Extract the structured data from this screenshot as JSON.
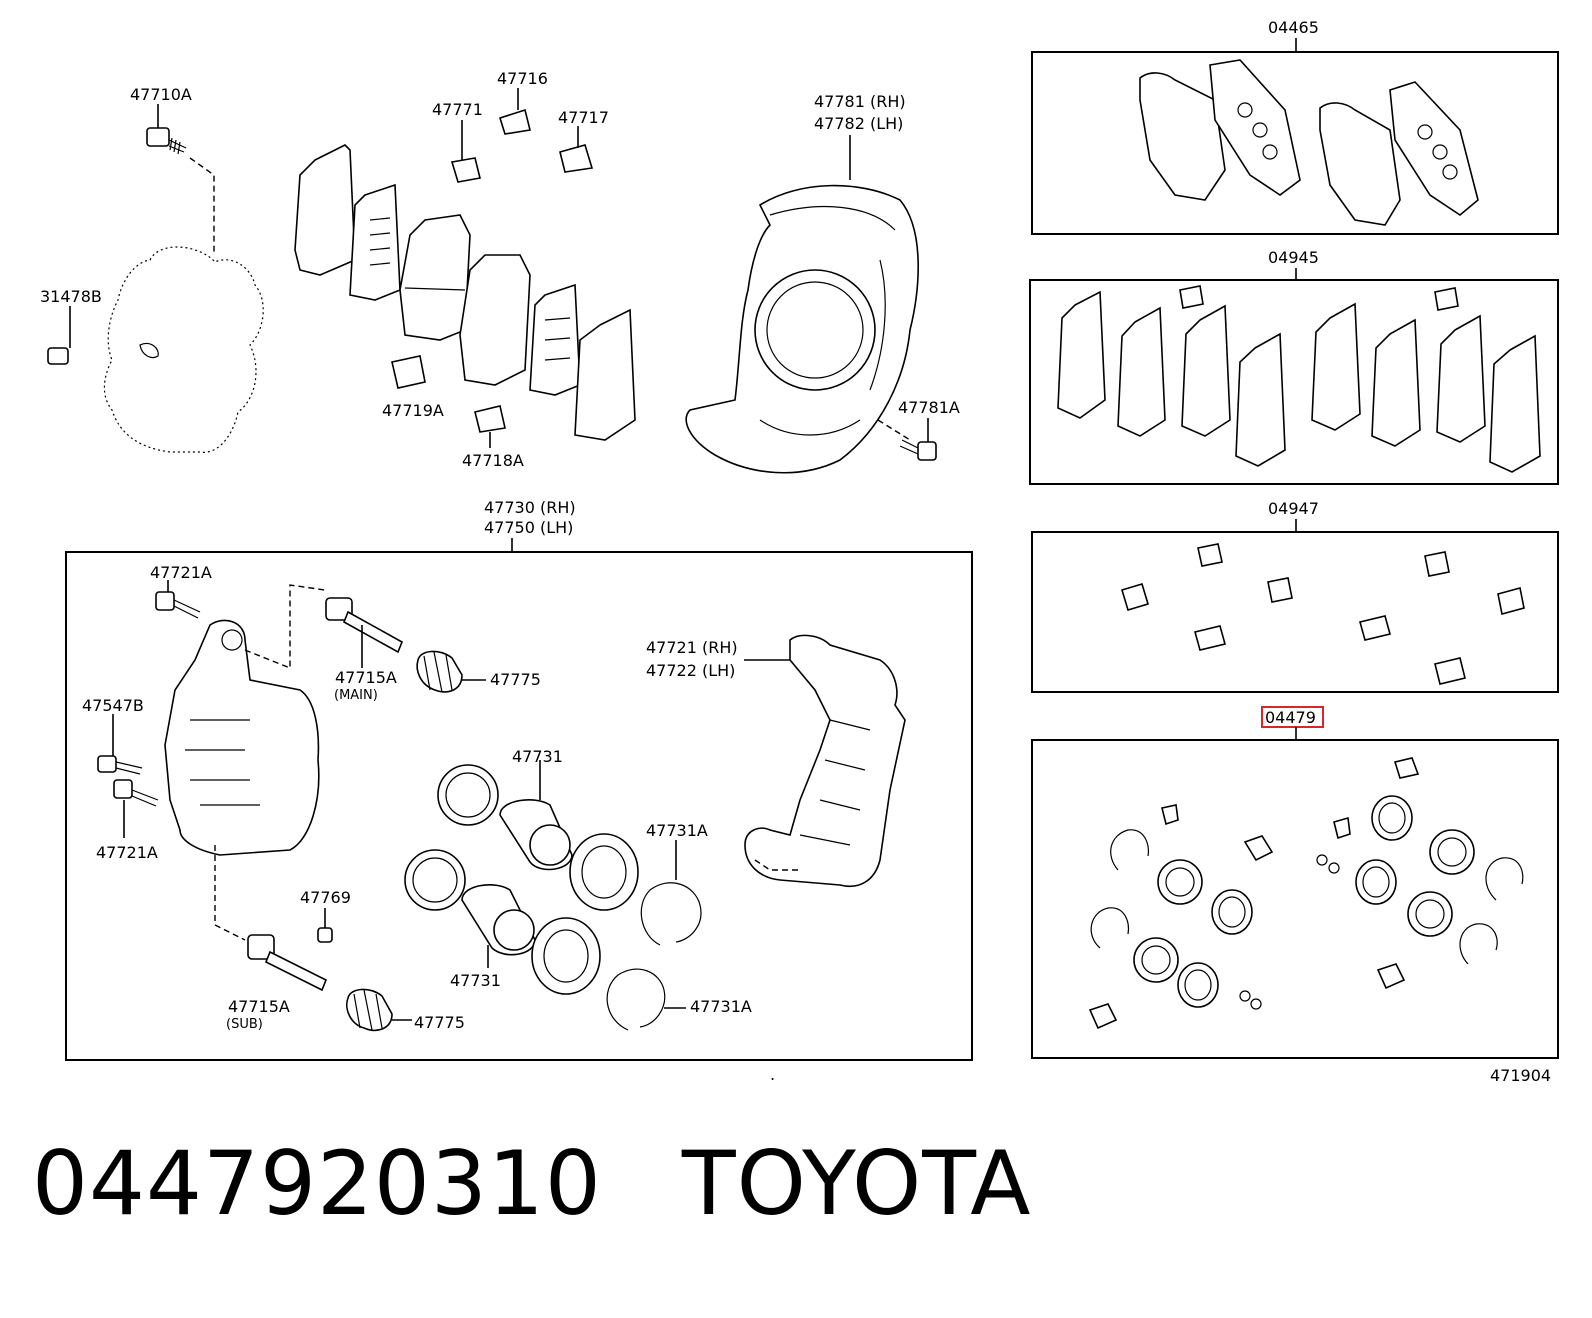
{
  "labels": {
    "p47710A": "47710A",
    "p31478B": "31478B",
    "p47771": "47771",
    "p47716": "47716",
    "p47717": "47717",
    "p47719A": "47719A",
    "p47718A": "47718A",
    "p47781": "47781 (RH)",
    "p47782": "47782 (LH)",
    "p47781A": "47781A",
    "p47730": "47730 (RH)",
    "p47750": "47750 (LH)",
    "p47721A_top": "47721A",
    "p47715A": "47715A",
    "main": "(MAIN)",
    "p47775_top": "47775",
    "p47547B": "47547B",
    "p47721A_bottom": "47721A",
    "p47769": "47769",
    "p47715A_sub": "47715A",
    "sub": "(SUB)",
    "p47775_bottom": "47775",
    "p47731_top": "47731",
    "p47731": "47731",
    "p47731A_top": "47731A",
    "p47731A_bottom": "47731A",
    "p47721": "47721 (RH)",
    "p47722": "47722 (LH)",
    "kit04465": "04465",
    "kit04945": "04945",
    "kit04947": "04947",
    "kit04479": "04479",
    "figure_no": "471904"
  },
  "caption": {
    "part_number": "0447920310",
    "brand": "TOYOTA"
  },
  "colors": {
    "line": "#000000",
    "highlight": "#d62828",
    "background": "#ffffff"
  }
}
